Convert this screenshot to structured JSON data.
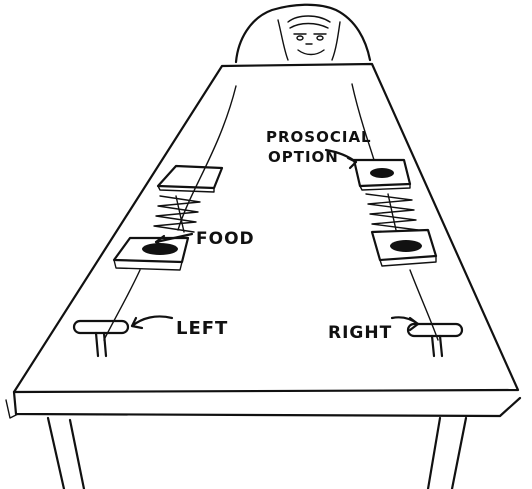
{
  "labels": {
    "prosocial_line1": "PROSOCIAL",
    "prosocial_line2": "OPTION",
    "food": "FOOD",
    "left": "LEFT",
    "right": "RIGHT"
  },
  "colors": {
    "ink": "#111111",
    "background": "#ffffff",
    "food": "#111111"
  }
}
